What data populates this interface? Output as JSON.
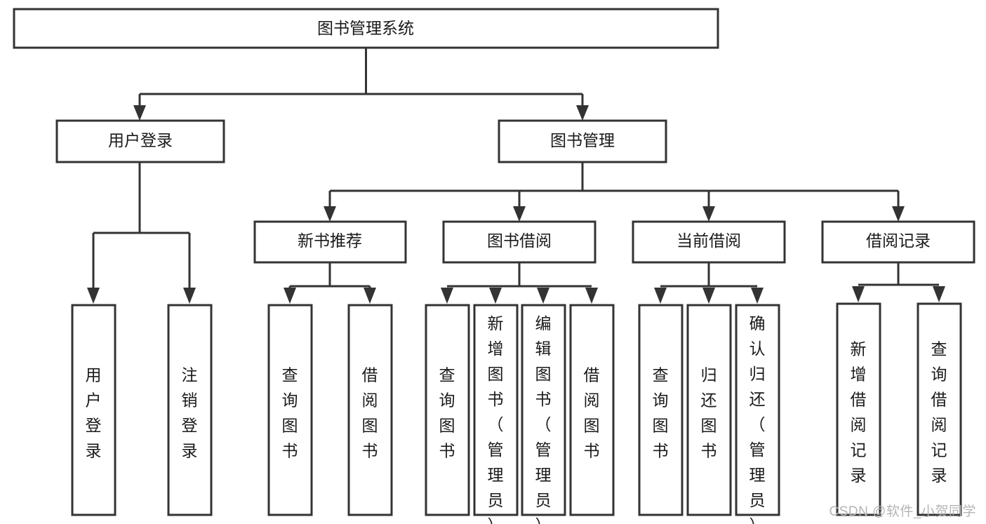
{
  "diagram": {
    "title": "图书管理系统",
    "type": "tree-hierarchy-chart",
    "watermark": "CSDN @软件_小贺同学",
    "colors": {
      "stroke": "#333333",
      "box_fill": "#ffffff",
      "text": "#1a1a1a",
      "background": "#ffffff",
      "watermark": "#b4b4b4"
    },
    "root": {
      "label": "图书管理系统"
    },
    "level2": [
      {
        "label": "用户登录"
      },
      {
        "label": "图书管理"
      }
    ],
    "level3": [
      {
        "label": "新书推荐"
      },
      {
        "label": "图书借阅"
      },
      {
        "label": "当前借阅"
      },
      {
        "label": "借阅记录"
      }
    ],
    "leaves": {
      "user_login": [
        {
          "label": "用户登录"
        },
        {
          "label": "注销登录"
        }
      ],
      "new_book_recommend": [
        {
          "label": "查询图书"
        },
        {
          "label": "借阅图书"
        }
      ],
      "book_borrow": [
        {
          "label": "查询图书"
        },
        {
          "label": "新增图书（管理员）"
        },
        {
          "label": "编辑图书（管理员）"
        },
        {
          "label": "借阅图书"
        }
      ],
      "current_borrow": [
        {
          "label": "查询图书"
        },
        {
          "label": "归还图书"
        },
        {
          "label": "确认归还（管理员）"
        }
      ],
      "borrow_record": [
        {
          "label": "新增借阅记录"
        },
        {
          "label": "查询借阅记录"
        }
      ]
    }
  }
}
